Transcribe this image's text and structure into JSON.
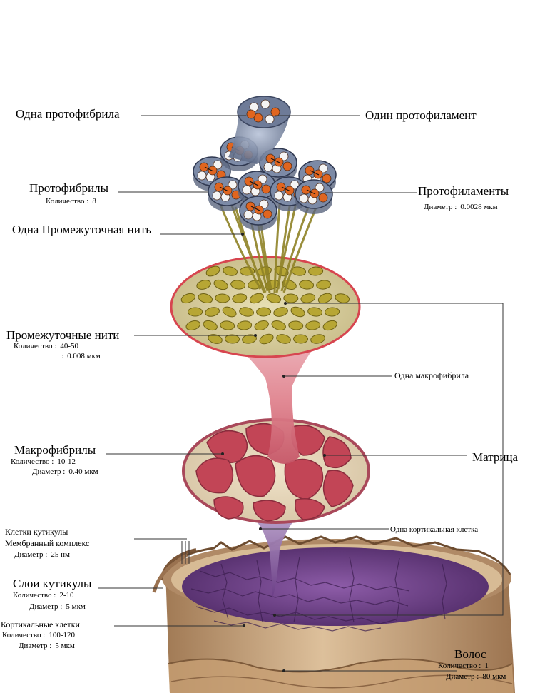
{
  "labels": {
    "one_protofibril": "Одна протофибрила",
    "one_protofilament": "Один протофиламент",
    "protofibrils": "Протофибрилы",
    "protofibrils_count_label": "Количество :",
    "protofibrils_count": "8",
    "protofilaments": "Протофиламенты",
    "protofilaments_diam_label": "Диаметр :",
    "protofilaments_diam": "0.0028 мкм",
    "one_if": "Одна Промежуточная нить",
    "ifs": "Промежуточные нити",
    "ifs_count_label": "Количество :",
    "ifs_count": "40-50",
    "ifs_diam_label": ":",
    "ifs_diam": "0.008 мкм",
    "one_macrofibril": "Одна макрофибрила",
    "macrofibrils": "Макрофибрилы",
    "macrofibrils_count_label": "Количество :",
    "macrofibrils_count": "10-12",
    "macrofibrils_diam_label": "Диаметр :",
    "macrofibrils_diam": "0.40 мкм",
    "matrix": "Матрица",
    "cuticle_cells": "Клетки кутикулы",
    "membrane_complex": "Мембранный комплекс",
    "membrane_diam_label": "Диаметр :",
    "membrane_diam": "25 нм",
    "one_cortical": "Одна кортикальная клетка",
    "cuticle_layers": "Слои кутикулы",
    "cuticle_count_label": "Количество :",
    "cuticle_count": "2-10",
    "cuticle_diam_label": "Диаметр :",
    "cuticle_diam": "5 мкм",
    "cortical_cells": "Кортикальные клетки",
    "cortical_count_label": "Количество :",
    "cortical_count": "100-120",
    "cortical_diam_label": "Диаметр :",
    "cortical_diam": "5 мкм",
    "hair": "Волос",
    "hair_count_label": "Количество :",
    "hair_count": "1",
    "hair_diam_label": "Диаметр :",
    "hair_diam": "80 мкм"
  },
  "colors": {
    "protofilament_orange": "#e0651f",
    "protofibril_gray": "#7c8aa6",
    "if_olive": "#b7a634",
    "macrofibril_red": "#c24556",
    "cortex_purple": "#7a4a94",
    "hair_tan": "#c9a27c"
  }
}
